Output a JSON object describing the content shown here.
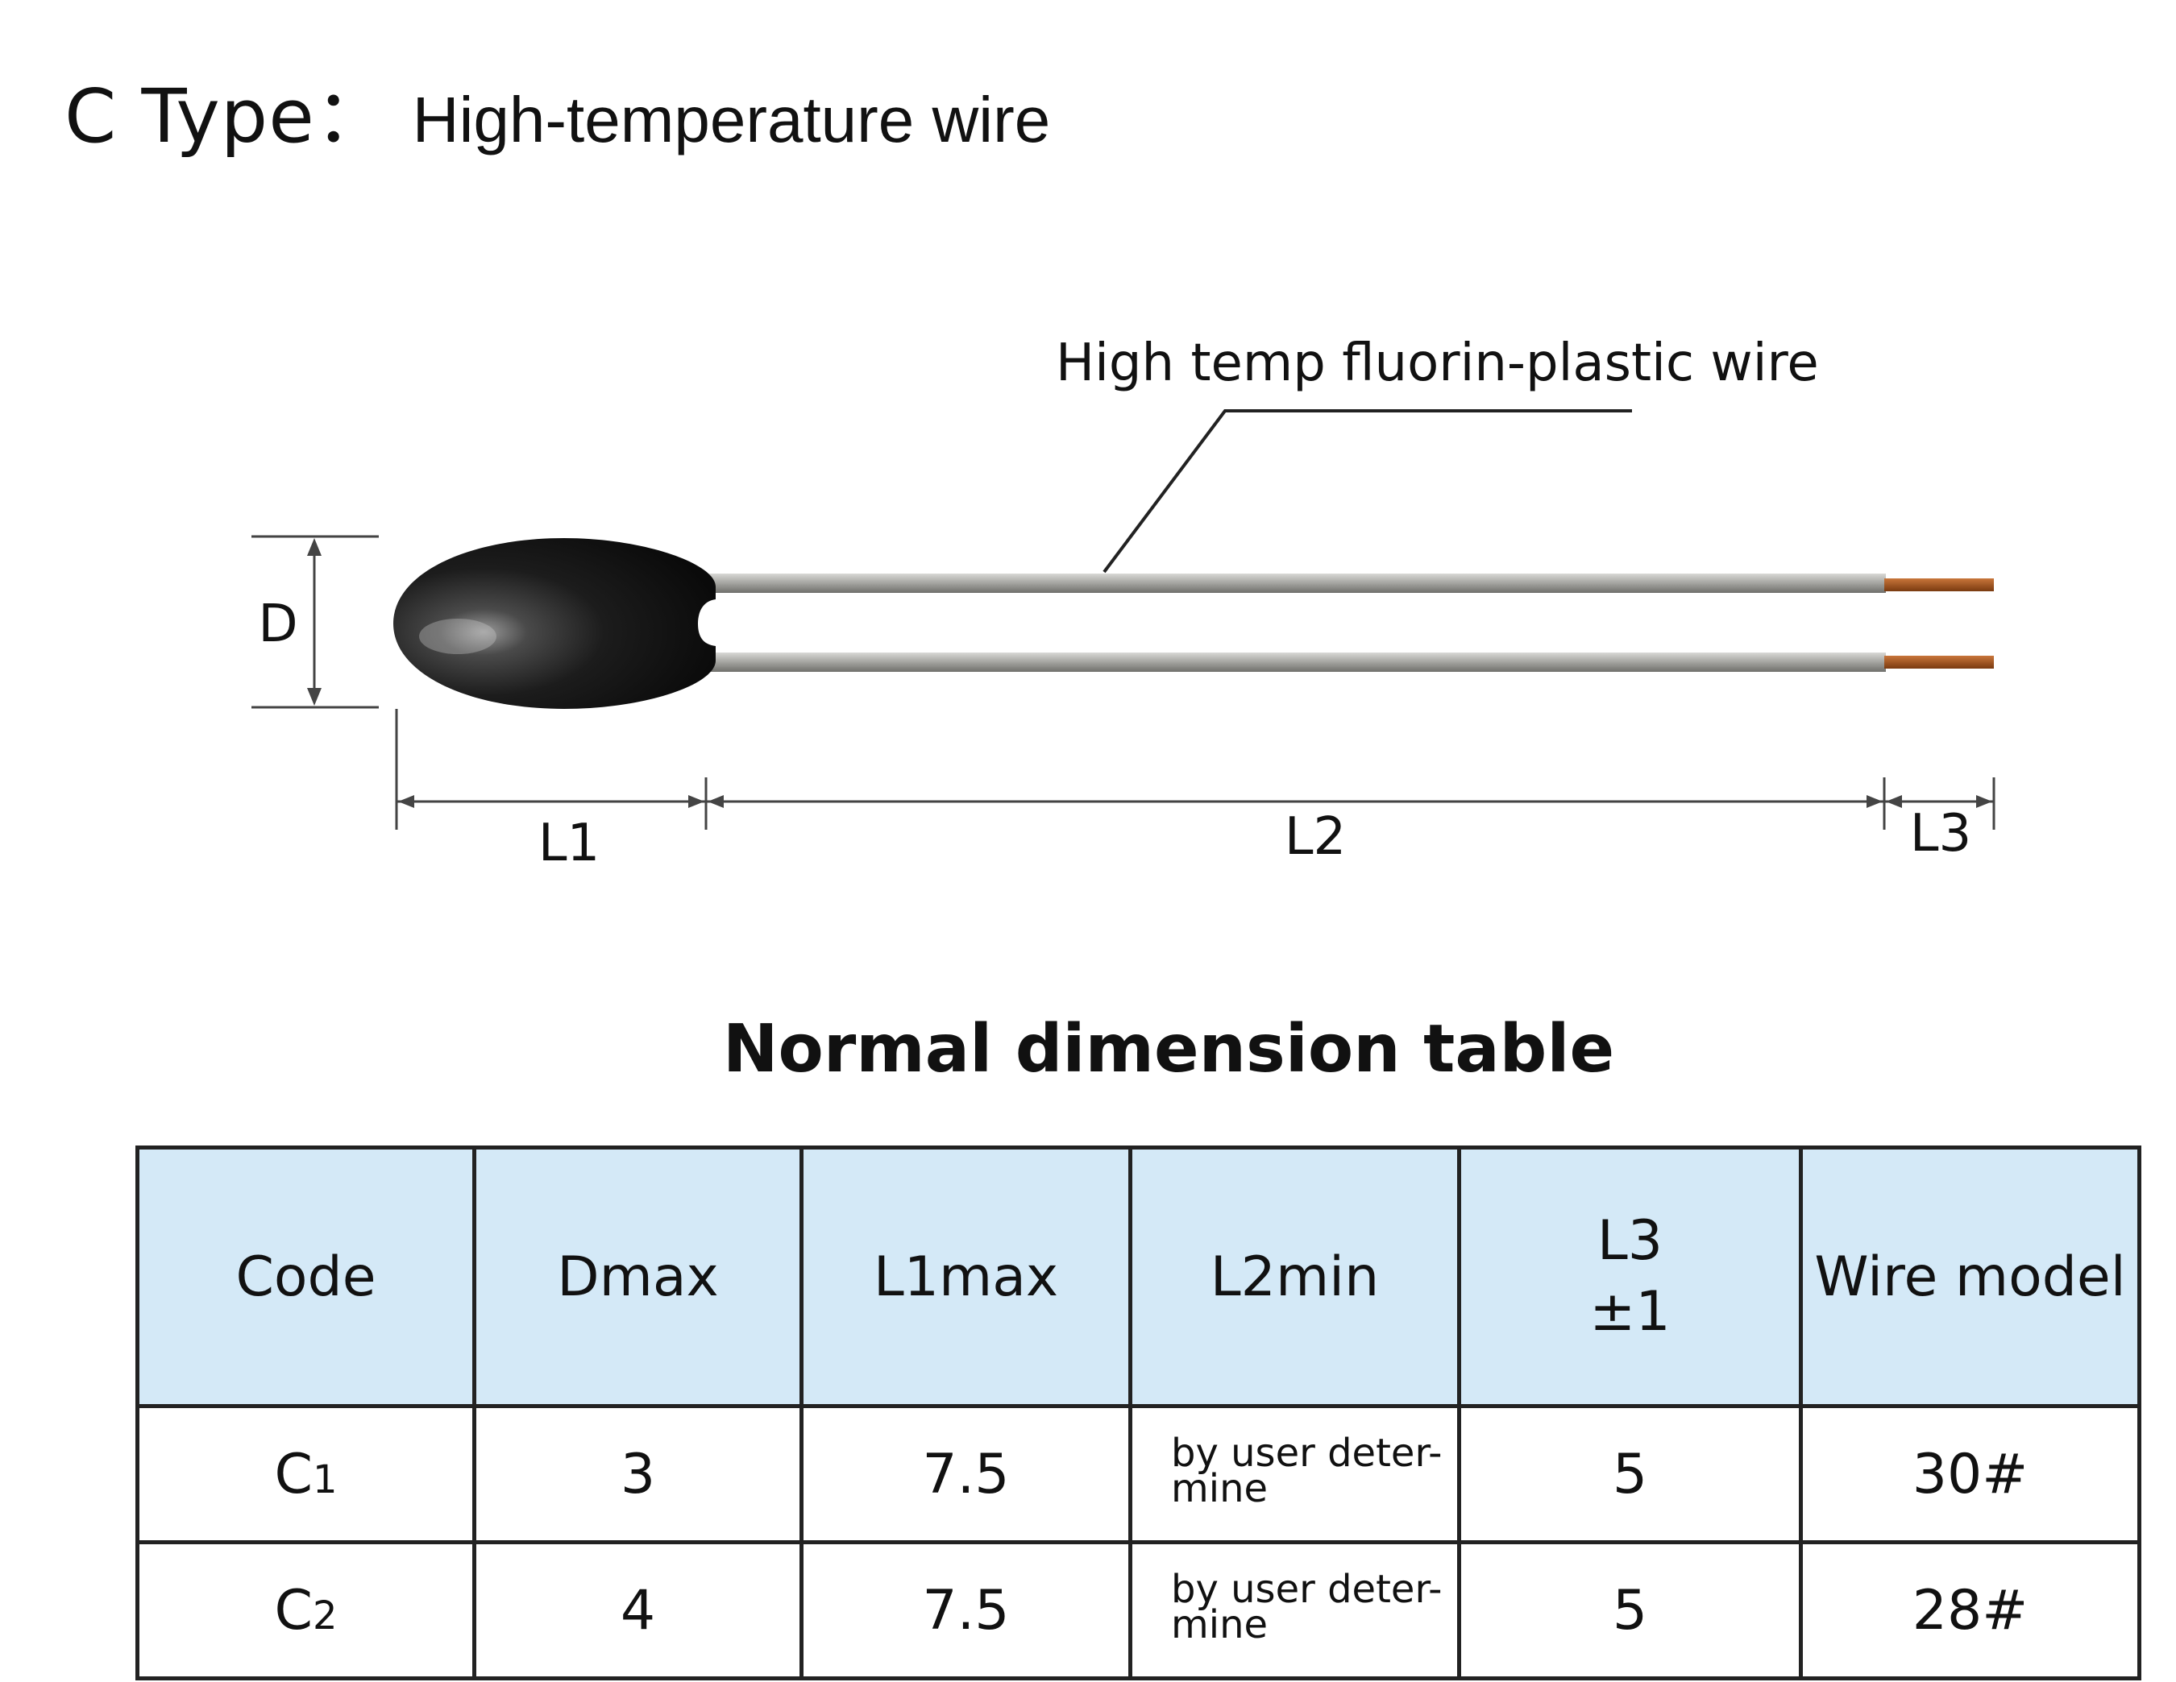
{
  "header": {
    "type_label": "C Type：",
    "description": "High-temperature wire"
  },
  "diagram": {
    "wire_callout": "High temp fluorin-plastic wire",
    "dimension_labels": {
      "d": "D",
      "l1": "L1",
      "l2": "L2",
      "l3": "L3"
    },
    "colors": {
      "body": "#161616",
      "wire_sheath": "#a3a39f",
      "copper_tip": "#a0521c",
      "dimension_line": "#444444"
    }
  },
  "table": {
    "title": "Normal dimension table",
    "columns": {
      "code": "Code",
      "dmax": "Dmax",
      "l1max": "L1max",
      "l2min": "L2min",
      "l3_line1": "L3",
      "l3_line2": "±1",
      "wire_model": "Wire model"
    },
    "rows": [
      {
        "code_letter": "C",
        "code_sub": "1",
        "dmax": "3",
        "l1max": "7.5",
        "l2min_line1": "by user deter-",
        "l2min_line2": "mine",
        "l3": "5",
        "wire_model": "30#"
      },
      {
        "code_letter": "C",
        "code_sub": "2",
        "dmax": "4",
        "l1max": "7.5",
        "l2min_line1": "by user deter-",
        "l2min_line2": "mine",
        "l3": "5",
        "wire_model": "28#"
      }
    ],
    "header_color": "#d4e9f7"
  }
}
